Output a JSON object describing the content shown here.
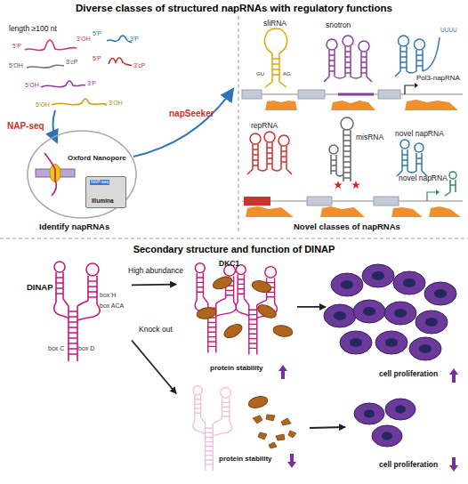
{
  "diagram": {
    "title": "Diverse classes of structured napRNAs with regulatory functions",
    "nodes": [
      {
        "text": [
          "Oxford Nanopore"
        ]
      },
      {
        "text": [
          "NAP-seq",
          "Illumina"
        ],
        "in": 0
      },
      {
        "text": [
          "DINAP",
          "box H",
          "box ACA",
          "box C",
          "box D"
        ]
      },
      {
        "text": [
          "DKC1",
          "protein stability"
        ]
      },
      {
        "text": [
          "protein stability"
        ]
      },
      {
        "text": [
          "cell proliferation"
        ]
      },
      {
        "text": [
          "cell proliferation"
        ]
      }
    ],
    "edges": [
      {
        "from": 2,
        "to": 3,
        "arrow": "to",
        "label": "High abundance"
      },
      {
        "from": 2,
        "to": 4,
        "arrow": "to",
        "label": "Knock out"
      },
      {
        "from": 3,
        "to": 5,
        "arrow": "to"
      },
      {
        "from": 4,
        "to": 6,
        "arrow": "to"
      }
    ],
    "labels": [
      "length ≥100 nt",
      "5'P",
      "3'OH",
      "5'P",
      "3'P",
      "5'OH",
      "3'cP",
      "5'P",
      "3'cP",
      "5'OH",
      "3'P",
      "5'OH",
      "3'OH",
      "NAP-seq",
      "napSeeker",
      "Identify napRNAs",
      "sliRNA",
      "GU",
      "AG",
      "snotron",
      "UUUU",
      "Pol3-napRNA",
      "repRNA",
      "misRNA",
      "novel napRNA",
      "novel napRNA",
      "Novel classes of napRNAs",
      "Secondary structure and function of DINAP"
    ]
  }
}
